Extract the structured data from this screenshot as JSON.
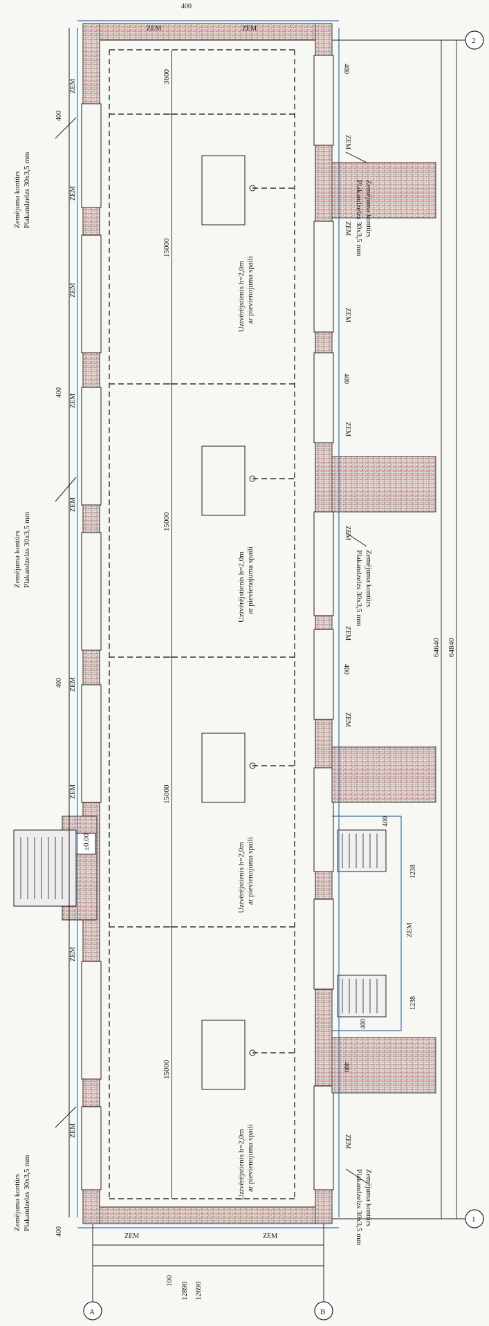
{
  "texts": {
    "dim_400": "400",
    "dim_3600": "3600",
    "dim_15000": "15000",
    "dim_64640": "64640",
    "dim_64840": "64840",
    "dim_12890": "12890",
    "dim_12690": "12690",
    "dim_100": "100",
    "dim_1238": "1238",
    "level": "±0.00",
    "zem": "ZEM",
    "axis_A": "A",
    "axis_B": "B",
    "axis_1": "1",
    "axis_2": "2",
    "ground_contour_1": "Zemējuma kontūrs",
    "ground_contour_2": "Plakandzelzs 30x3,5 mm",
    "collector_1": "Uztvērējstienis h=2,0m",
    "collector_2": "ar pievienojuma spaili"
  },
  "colors": {
    "wall": "#b9c9c2",
    "ground_line": "#3a6fb0",
    "brick_a": "#c55a5a",
    "brick_b": "#4a8a6a",
    "brick_c": "#5a6ab8"
  }
}
